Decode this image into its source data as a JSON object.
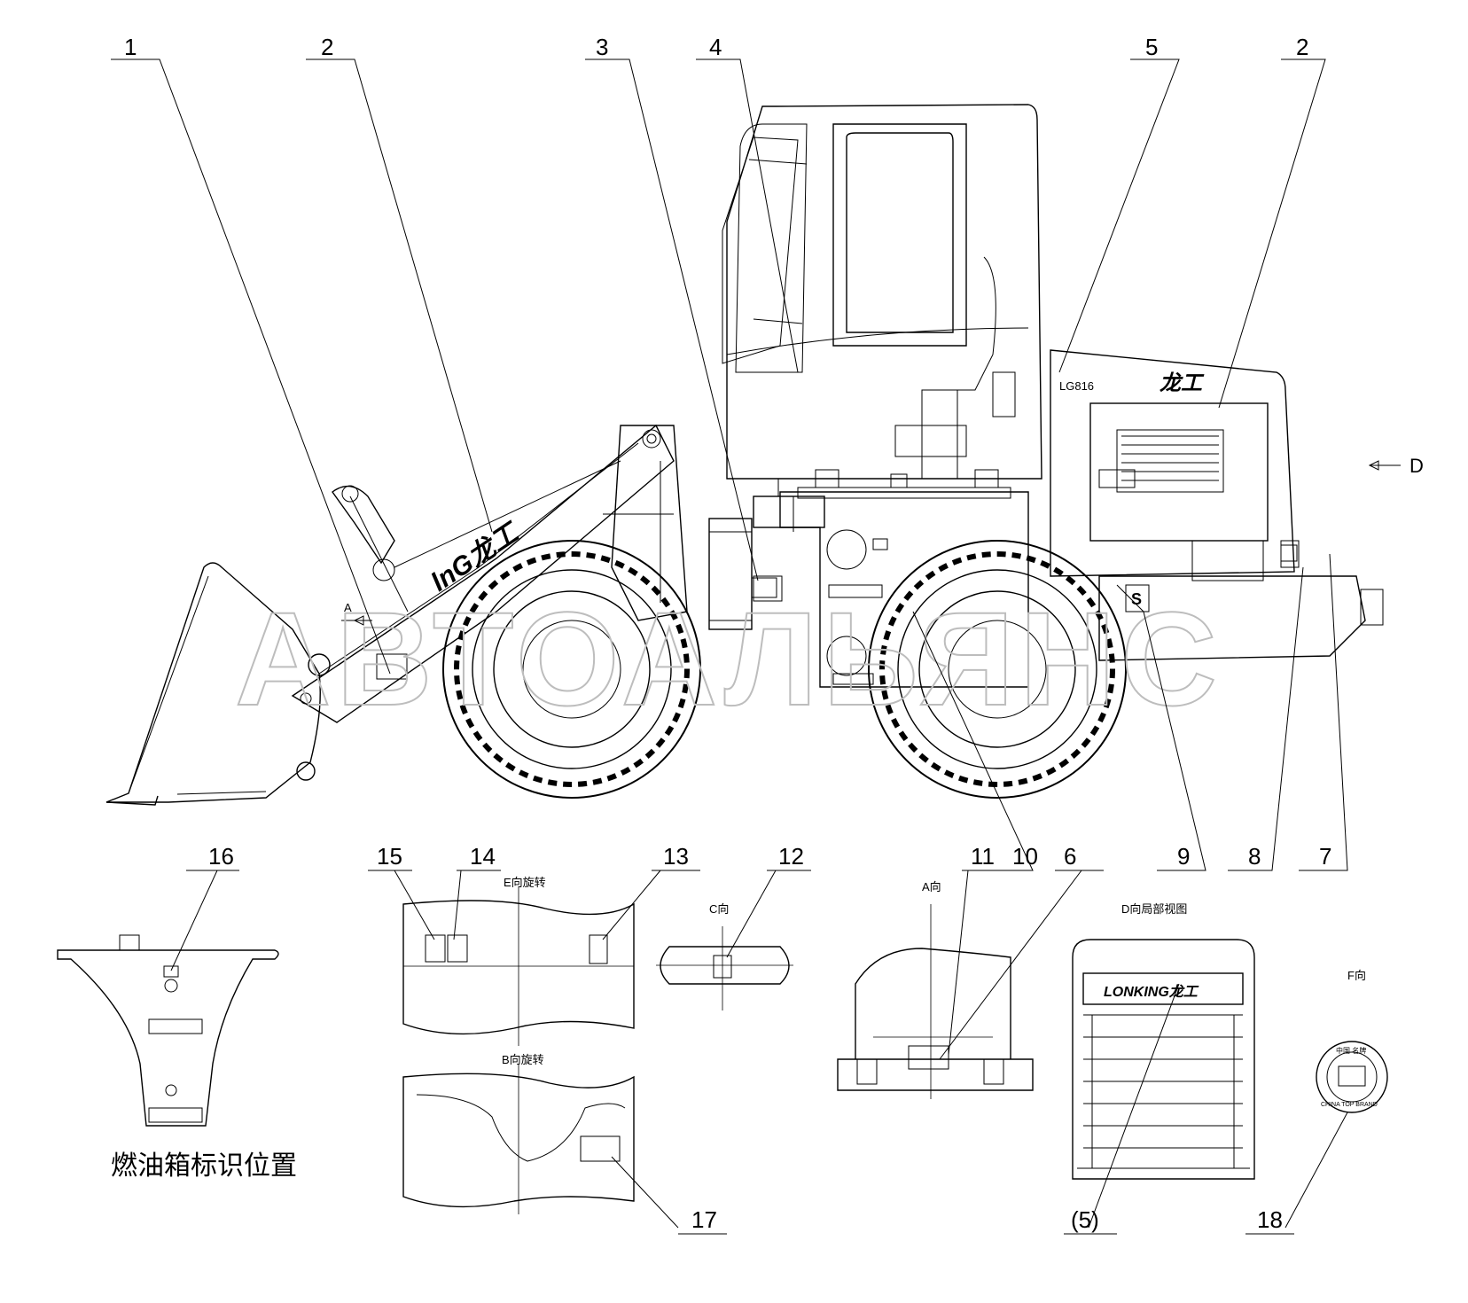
{
  "watermark": "АВТОАЛЬЯНС",
  "callouts": [
    "1",
    "2",
    "3",
    "4",
    "5",
    "2",
    "16",
    "15",
    "14",
    "13",
    "12",
    "11",
    "6",
    "10",
    "9",
    "8",
    "7",
    "17",
    "(5)",
    "18"
  ],
  "view_labels": {
    "a_marker": "A",
    "d_marker": "D",
    "e_view": "E向旋转",
    "c_view": "C向",
    "a_view": "A向",
    "d_view": "D向局部视图",
    "f_view": "F向",
    "b_view": "B向旋转",
    "fuel_tank": "燃油箱标识位置"
  },
  "decals": {
    "model": "LG816",
    "hood_brand": "龙工",
    "boom_brand": "lnG龙工",
    "grille_brand": "LONKING龙工",
    "seal_top": "中国 名牌",
    "seal_bottom": "CHINA TOP BRAND"
  }
}
